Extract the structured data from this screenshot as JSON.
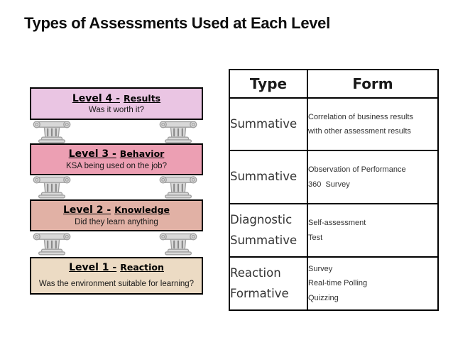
{
  "title": "Types of Assessments Used at Each Level",
  "pyramid": {
    "levels": [
      {
        "name": "Level 4 -",
        "suffix": "Results",
        "question": "Was it worth it?",
        "color": "#eac5e3"
      },
      {
        "name": "Level 3 -",
        "suffix": "Behavior",
        "question": "KSA being used on the job?",
        "color": "#ec9fb3"
      },
      {
        "name": "Level 2 -",
        "suffix": "Knowledge",
        "question": "Did they learn anything",
        "color": "#e1b1a5"
      },
      {
        "name": "Level 1 -",
        "suffix": "Reaction",
        "question": "Was the environment suitable for learning?",
        "color": "#ecdbc4"
      }
    ],
    "column_icon": "greek-column"
  },
  "table": {
    "headers": [
      "Type",
      "Form"
    ],
    "rows": [
      {
        "type": "Summative",
        "form": "Correlation of business results\nwith other assessment results"
      },
      {
        "type": "Summative",
        "form": "Observation of Performance\n360  Survey"
      },
      {
        "type": "Diagnostic\nSummative",
        "form": "Self-assessment\nTest"
      },
      {
        "type": "Reaction\nFormative",
        "form": "Survey\nReal-time Polling\nQuizzing"
      }
    ],
    "border_color": "#000000"
  }
}
